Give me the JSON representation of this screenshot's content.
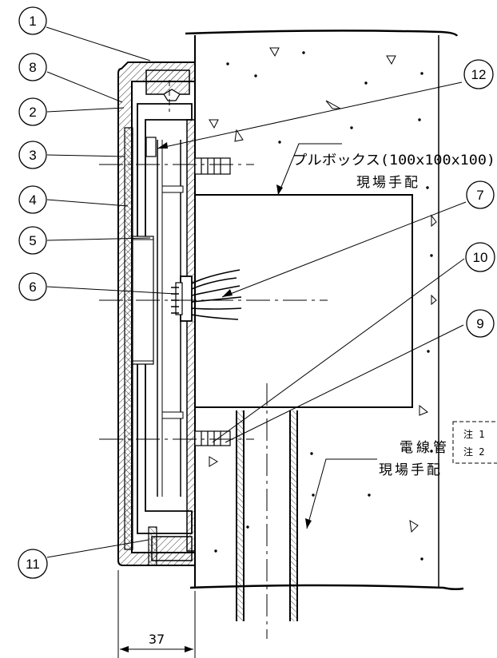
{
  "callouts": [
    {
      "id": "1",
      "label": "1"
    },
    {
      "id": "2",
      "label": "2"
    },
    {
      "id": "3",
      "label": "3"
    },
    {
      "id": "4",
      "label": "4"
    },
    {
      "id": "5",
      "label": "5"
    },
    {
      "id": "6",
      "label": "6"
    },
    {
      "id": "7",
      "label": "7"
    },
    {
      "id": "8",
      "label": "8"
    },
    {
      "id": "9",
      "label": "9"
    },
    {
      "id": "10",
      "label": "10"
    },
    {
      "id": "11",
      "label": "11"
    },
    {
      "id": "12",
      "label": "12"
    }
  ],
  "annotations": {
    "pull_box": "プルボックス(100x100x100)",
    "pull_box_note": "現場手配",
    "conduit": "電線管",
    "conduit_note": "現場手配",
    "note1": "注 1",
    "note2": "注 2"
  },
  "dimension": {
    "value": "37"
  },
  "colors": {
    "line": "#000000",
    "hatch": "#333333",
    "background": "#ffffff"
  }
}
